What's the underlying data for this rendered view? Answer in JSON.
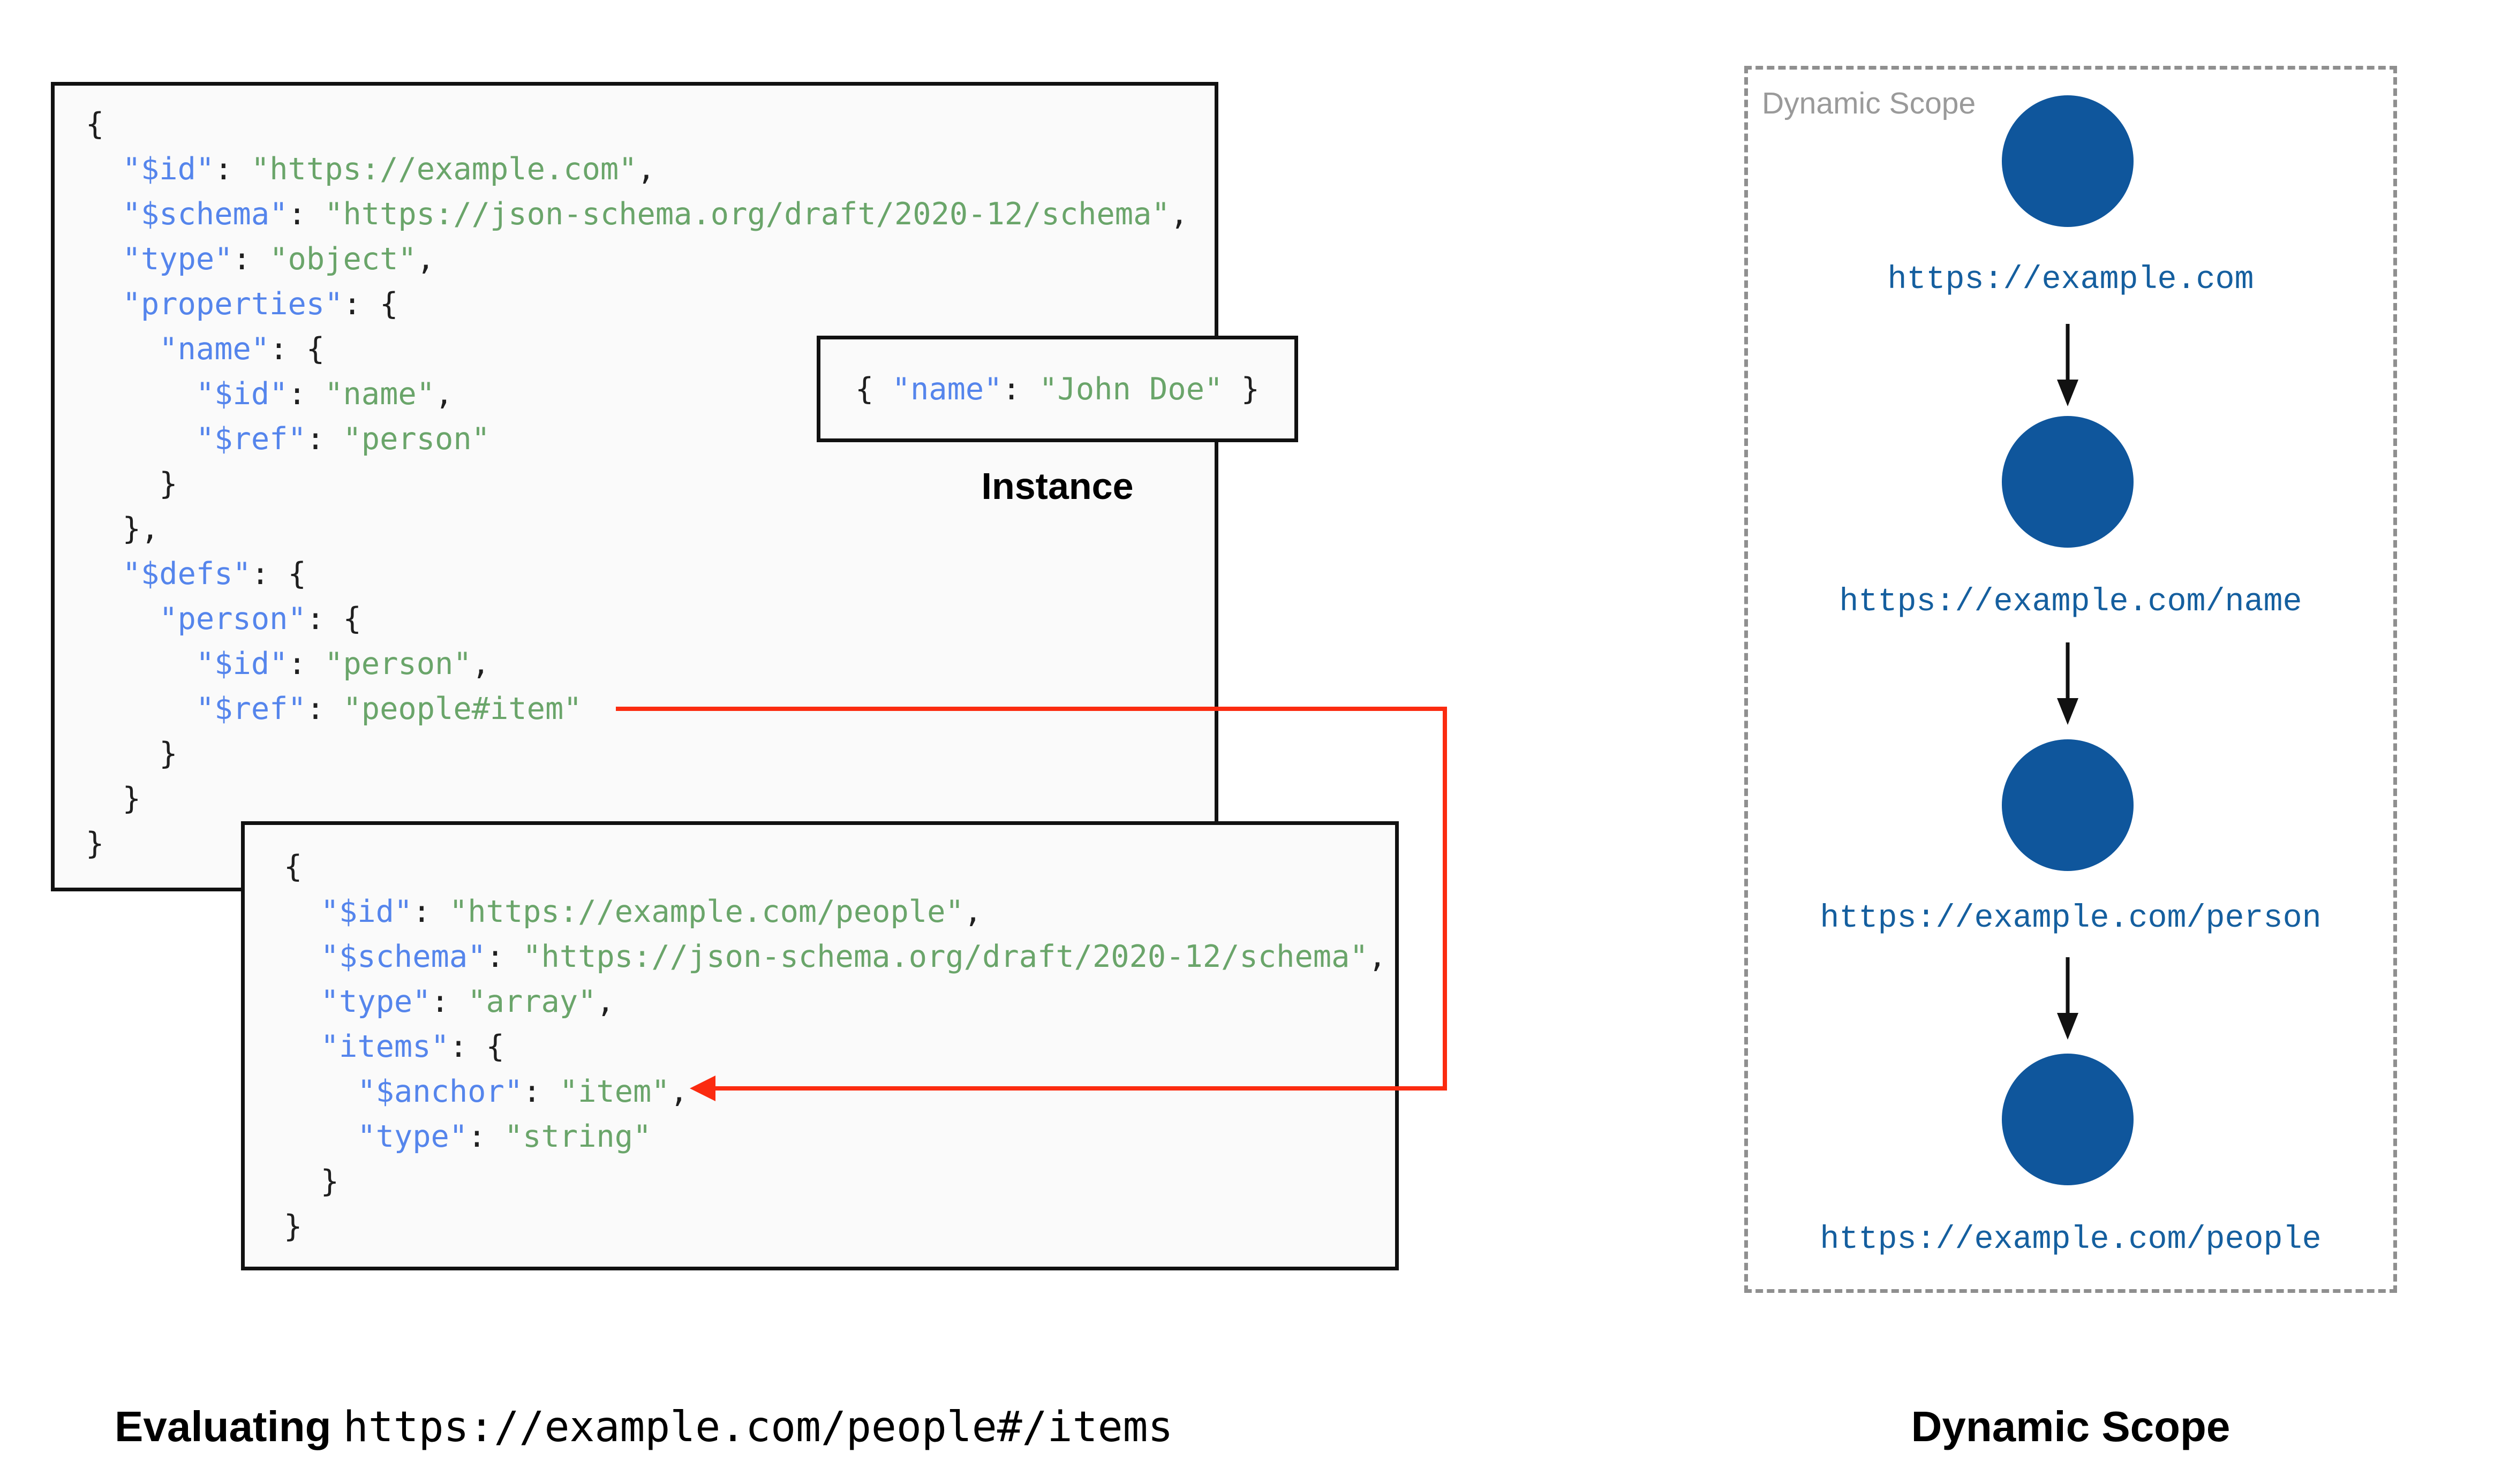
{
  "colors": {
    "code_key_blue": "#5585ec",
    "code_string_green": "#6aa56a",
    "code_punct_black": "#1f1f1f",
    "panel_background": "#fafafa",
    "panel_border": "#111111",
    "scope_circle_blue": "#0f569c",
    "scope_url_blue": "#155f9f",
    "ref_arrow_red": "#fb2b10",
    "scope_dash_gray": "#8f8f8f",
    "scope_label_gray": "#9a9a9a"
  },
  "schema1": {
    "lines": [
      [
        [
          "p",
          "{"
        ]
      ],
      [
        [
          "p",
          "  "
        ],
        [
          "k",
          "\"$id\""
        ],
        [
          "p",
          ": "
        ],
        [
          "s",
          "\"https://example.com\""
        ],
        [
          "p",
          ","
        ]
      ],
      [
        [
          "p",
          "  "
        ],
        [
          "k",
          "\"$schema\""
        ],
        [
          "p",
          ": "
        ],
        [
          "s",
          "\"https://json-schema.org/draft/2020-12/schema\""
        ],
        [
          "p",
          ","
        ]
      ],
      [
        [
          "p",
          "  "
        ],
        [
          "k",
          "\"type\""
        ],
        [
          "p",
          ": "
        ],
        [
          "s",
          "\"object\""
        ],
        [
          "p",
          ","
        ]
      ],
      [
        [
          "p",
          "  "
        ],
        [
          "k",
          "\"properties\""
        ],
        [
          "p",
          ": {"
        ]
      ],
      [
        [
          "p",
          "    "
        ],
        [
          "k",
          "\"name\""
        ],
        [
          "p",
          ": {"
        ]
      ],
      [
        [
          "p",
          "      "
        ],
        [
          "k",
          "\"$id\""
        ],
        [
          "p",
          ": "
        ],
        [
          "s",
          "\"name\""
        ],
        [
          "p",
          ","
        ]
      ],
      [
        [
          "p",
          "      "
        ],
        [
          "k",
          "\"$ref\""
        ],
        [
          "p",
          ": "
        ],
        [
          "s",
          "\"person\""
        ]
      ],
      [
        [
          "p",
          "    }"
        ]
      ],
      [
        [
          "p",
          "  },"
        ]
      ],
      [
        [
          "p",
          "  "
        ],
        [
          "k",
          "\"$defs\""
        ],
        [
          "p",
          ": {"
        ]
      ],
      [
        [
          "p",
          "    "
        ],
        [
          "k",
          "\"person\""
        ],
        [
          "p",
          ": {"
        ]
      ],
      [
        [
          "p",
          "      "
        ],
        [
          "k",
          "\"$id\""
        ],
        [
          "p",
          ": "
        ],
        [
          "s",
          "\"person\""
        ],
        [
          "p",
          ","
        ]
      ],
      [
        [
          "p",
          "      "
        ],
        [
          "k",
          "\"$ref\""
        ],
        [
          "p",
          ": "
        ],
        [
          "s",
          "\"people#item\""
        ]
      ],
      [
        [
          "p",
          "    }"
        ]
      ],
      [
        [
          "p",
          "  }"
        ]
      ],
      [
        [
          "p",
          "}"
        ]
      ]
    ]
  },
  "schema2": {
    "lines": [
      [
        [
          "p",
          "{"
        ]
      ],
      [
        [
          "p",
          "  "
        ],
        [
          "k",
          "\"$id\""
        ],
        [
          "p",
          ": "
        ],
        [
          "s",
          "\"https://example.com/people\""
        ],
        [
          "p",
          ","
        ]
      ],
      [
        [
          "p",
          "  "
        ],
        [
          "k",
          "\"$schema\""
        ],
        [
          "p",
          ": "
        ],
        [
          "s",
          "\"https://json-schema.org/draft/2020-12/schema\""
        ],
        [
          "p",
          ","
        ]
      ],
      [
        [
          "p",
          "  "
        ],
        [
          "k",
          "\"type\""
        ],
        [
          "p",
          ": "
        ],
        [
          "s",
          "\"array\""
        ],
        [
          "p",
          ","
        ]
      ],
      [
        [
          "p",
          "  "
        ],
        [
          "k",
          "\"items\""
        ],
        [
          "p",
          ": {"
        ]
      ],
      [
        [
          "p",
          "    "
        ],
        [
          "k",
          "\"$anchor\""
        ],
        [
          "p",
          ": "
        ],
        [
          "s",
          "\"item\""
        ],
        [
          "p",
          ","
        ]
      ],
      [
        [
          "p",
          "    "
        ],
        [
          "k",
          "\"type\""
        ],
        [
          "p",
          ": "
        ],
        [
          "s",
          "\"string\""
        ]
      ],
      [
        [
          "p",
          "  }"
        ]
      ],
      [
        [
          "p",
          "}"
        ]
      ]
    ]
  },
  "instance": {
    "tokens": [
      [
        "p",
        "{ "
      ],
      [
        "k",
        "\"name\""
      ],
      [
        "p",
        ": "
      ],
      [
        "s",
        "\"John Doe\""
      ],
      [
        "p",
        " }"
      ]
    ],
    "label": "Instance"
  },
  "dynamic_scope": {
    "panel_label": "Dynamic Scope",
    "caption": "Dynamic Scope",
    "nodes": [
      {
        "url": "https://example.com"
      },
      {
        "url": "https://example.com/name"
      },
      {
        "url": "https://example.com/person"
      },
      {
        "url": "https://example.com/people"
      }
    ]
  },
  "caption": {
    "bold": "Evaluating ",
    "uri": "https://example.com/people#/items"
  }
}
